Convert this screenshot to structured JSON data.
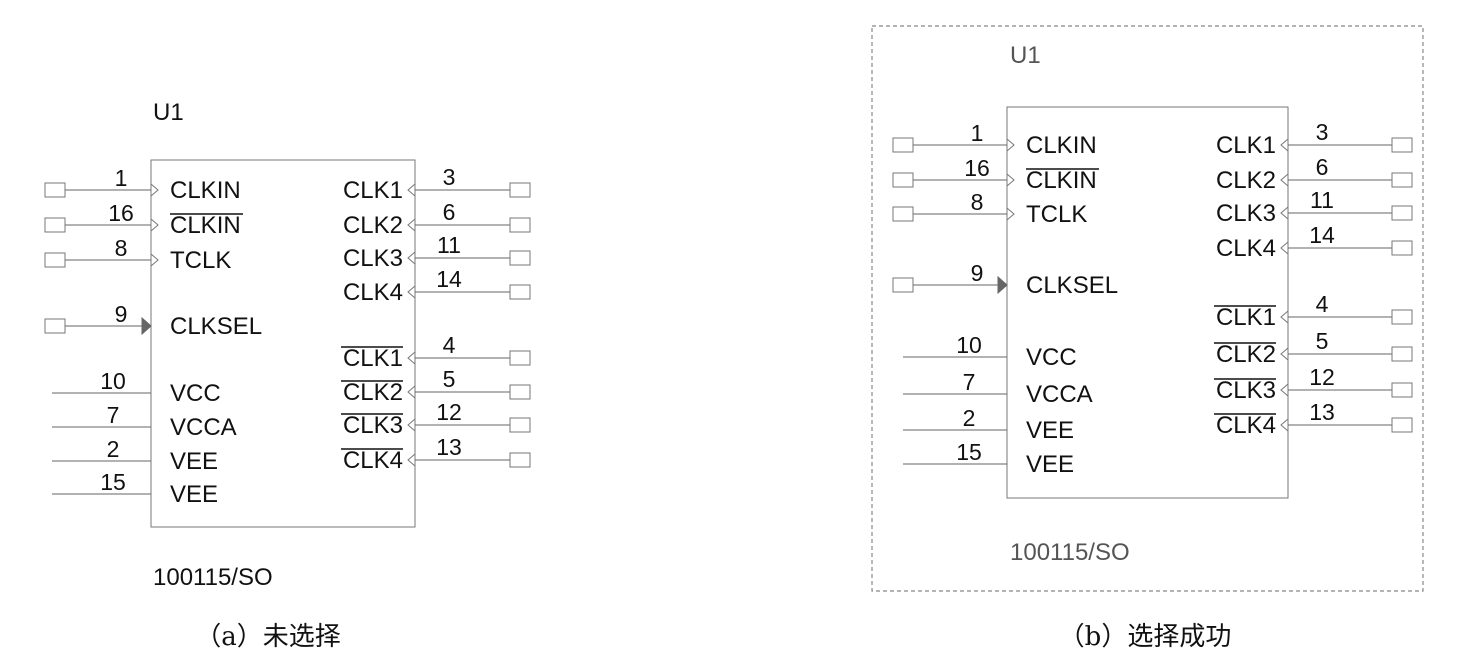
{
  "diagrams": [
    {
      "id": "a",
      "selected": false,
      "ref": "U1",
      "part": "100115/SO",
      "caption": "（a）未选择",
      "colors": {
        "ref": "#111111",
        "part": "#111111",
        "pin_text": "#111111"
      }
    },
    {
      "id": "b",
      "selected": true,
      "ref": "U1",
      "part": "100115/SO",
      "caption": "（b）选择成功",
      "colors": {
        "ref": "#555555",
        "part": "#555555",
        "pin_text": "#111111",
        "selection_border": "#888888"
      }
    }
  ],
  "pins_left": [
    {
      "num": "1",
      "name": "CLKIN",
      "overline": false,
      "type": "clock",
      "terminal": true
    },
    {
      "num": "16",
      "name": "CLKIN",
      "overline": true,
      "type": "clock",
      "terminal": true
    },
    {
      "num": "8",
      "name": "TCLK",
      "overline": false,
      "type": "clock",
      "terminal": true
    },
    {
      "num": "9",
      "name": "CLKSEL",
      "overline": false,
      "type": "input",
      "terminal": true
    },
    {
      "num": "10",
      "name": "VCC",
      "overline": false,
      "type": "power",
      "terminal": false
    },
    {
      "num": "7",
      "name": "VCCA",
      "overline": false,
      "type": "power",
      "terminal": false
    },
    {
      "num": "2",
      "name": "VEE",
      "overline": false,
      "type": "power",
      "terminal": false
    },
    {
      "num": "15",
      "name": "VEE",
      "overline": false,
      "type": "power",
      "terminal": false
    }
  ],
  "pins_right": [
    {
      "num": "3",
      "name": "CLK1",
      "overline": false
    },
    {
      "num": "6",
      "name": "CLK2",
      "overline": false
    },
    {
      "num": "11",
      "name": "CLK3",
      "overline": false
    },
    {
      "num": "14",
      "name": "CLK4",
      "overline": false
    },
    {
      "num": "4",
      "name": "CLK1",
      "overline": true
    },
    {
      "num": "5",
      "name": "CLK2",
      "overline": true
    },
    {
      "num": "12",
      "name": "CLK3",
      "overline": true
    },
    {
      "num": "13",
      "name": "CLK4",
      "overline": true
    }
  ]
}
